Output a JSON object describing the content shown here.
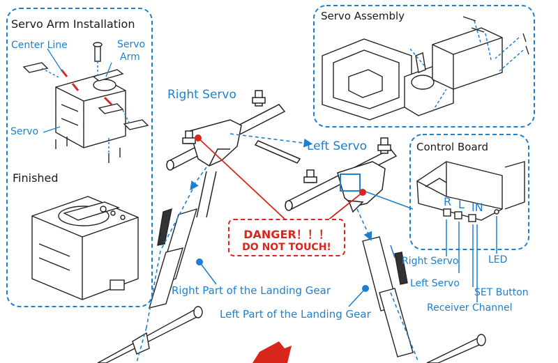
{
  "panels": {
    "servo_arm_installation": {
      "title": "Servo Arm  Installation",
      "center_line": "Center Line",
      "servo_arm": [
        "Servo",
        "Arm"
      ],
      "servo": "Servo",
      "finished": "Finished"
    },
    "servo_assembly": {
      "title": "Servo Assembly"
    },
    "control_board": {
      "title": "Control Board",
      "board_letters": [
        "R",
        "L",
        "IN"
      ],
      "right_servo": "Right Servo",
      "left_servo": "Left Servo",
      "led": "LED",
      "set_button": "SET Button",
      "receiver_channel": "Receiver Channel"
    }
  },
  "main": {
    "right_servo": "Right Servo",
    "left_servo": "Left Servo",
    "right_gear": "Right Part of the Landing Gear",
    "left_gear": "Left Part of the Landing Gear"
  },
  "danger": {
    "line1": "DANGER！！！",
    "line2": "DO NOT TOUCH!"
  },
  "colors": {
    "accent": "#1e7fd0",
    "danger": "#d8261c",
    "ink": "#1a1a1a"
  }
}
